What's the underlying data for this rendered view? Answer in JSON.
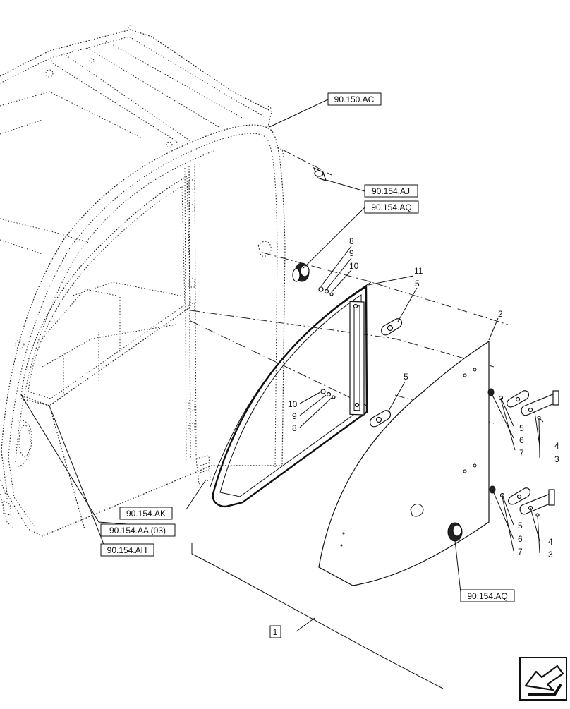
{
  "references": {
    "ref_90_150_ac": "90.150.AC",
    "ref_90_154_aj": "90.154.AJ",
    "ref_90_154_aq_top": "90.154.AQ",
    "ref_90_154_ak": "90.154.AK",
    "ref_90_154_aa": "90.154.AA (03)",
    "ref_90_154_ah": "90.154.AH",
    "ref_90_154_aq_bottom": "90.154.AQ",
    "ref_1": "1"
  },
  "callouts": {
    "c2": "2",
    "c3_top": "3",
    "c3_bottom": "3",
    "c4_top": "4",
    "c4_bottom": "4",
    "c5_a": "5",
    "c5_b": "5",
    "c5_c": "5",
    "c5_d": "5",
    "c6_top": "6",
    "c6_bottom": "6",
    "c7_top": "7",
    "c7_bottom": "7",
    "c8_top": "8",
    "c8_bottom": "8",
    "c9_top": "9",
    "c9_bottom": "9",
    "c10_top": "10",
    "c10_bottom": "10",
    "c11": "11"
  },
  "icons": {
    "nav_arrow": "arrow-next-page-icon"
  }
}
